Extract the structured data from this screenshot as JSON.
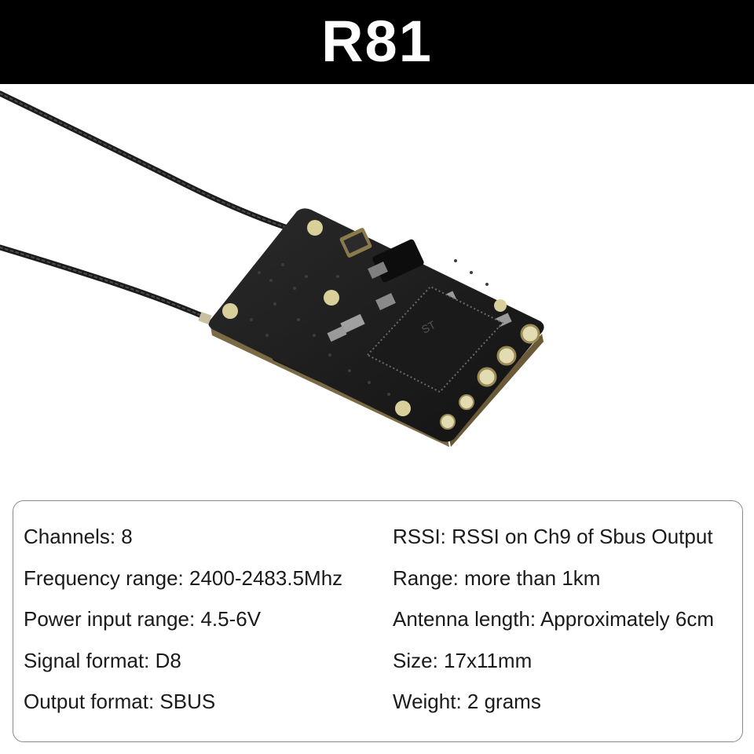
{
  "header": {
    "title": "R81",
    "background": "#000000",
    "text_color": "#ffffff"
  },
  "product_image": {
    "icon": "receiver-board-icon"
  },
  "specs": {
    "left": [
      "Channels: 8",
      "Frequency range: 2400-2483.5Mhz",
      "Power input range: 4.5-6V",
      "Signal format: D8",
      "Output format: SBUS"
    ],
    "right": [
      "RSSI: RSSI on Ch9 of Sbus Output",
      "Range: more than 1km",
      "Antenna length: Approximately 6cm",
      "Size: 17x11mm",
      "Weight: 2 grams"
    ]
  }
}
